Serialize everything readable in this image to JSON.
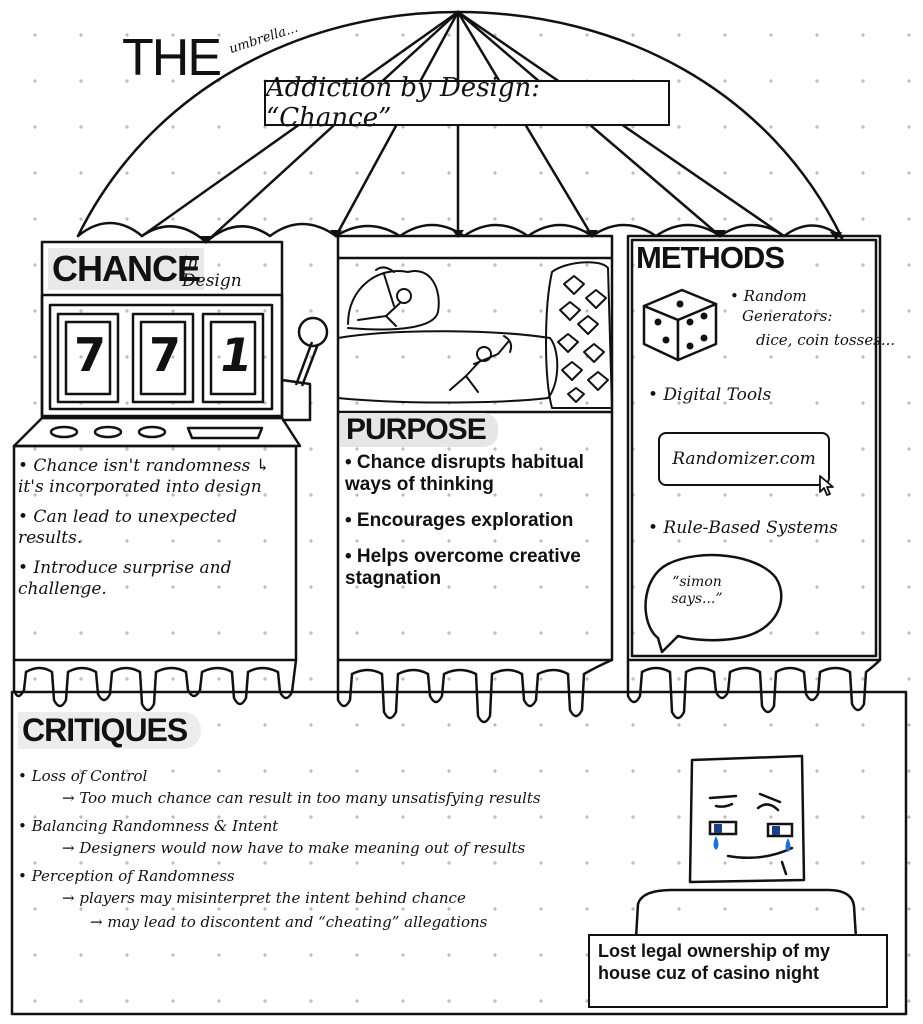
{
  "header": {
    "the": "THE",
    "umbrella_word": "umbrella...",
    "title": "Addiction by Design: “Chance”"
  },
  "chance_panel": {
    "title": "CHANCE",
    "subtitle_line1": "in",
    "subtitle_line2": "Design",
    "reel_1": "7",
    "reel_2": "7",
    "reel_3": "1",
    "points": [
      "• Chance isn't randomness ↳ it's incorporated into design",
      "• Can lead to unexpected results.",
      "• Introduce surprise and challenge."
    ]
  },
  "purpose_panel": {
    "title": "PURPOSE",
    "points": [
      "• Chance disrupts habitual ways of thinking",
      "• Encourages exploration",
      "• Helps overcome creative stagnation"
    ]
  },
  "methods_panel": {
    "title": "METHODS",
    "random_generators_line1": "• Random",
    "random_generators_line2": "Generators:",
    "random_generators_line3": "dice, coin tosses...",
    "digital_tools": "• Digital Tools",
    "randomizer_site": "Randomizer.com",
    "rule_based": "• Rule-Based Systems",
    "simon_says": "“simon says...”"
  },
  "critiques_panel": {
    "title": "CRITIQUES",
    "items": [
      {
        "label": "• Loss of Control",
        "sub": "→ Too much chance can result in too many unsatisfying results",
        "subsub": ""
      },
      {
        "label": "• Balancing Randomness & Intent",
        "sub": "→ Designers would now have to make meaning out of results",
        "subsub": ""
      },
      {
        "label": "• Perception of Randomness",
        "sub": "→ players may misinterpret the intent behind chance",
        "subsub": "→ may lead to discontent and “cheating” allegations"
      }
    ],
    "casino_caption": "Lost legal ownership of my house cuz of casino night"
  }
}
